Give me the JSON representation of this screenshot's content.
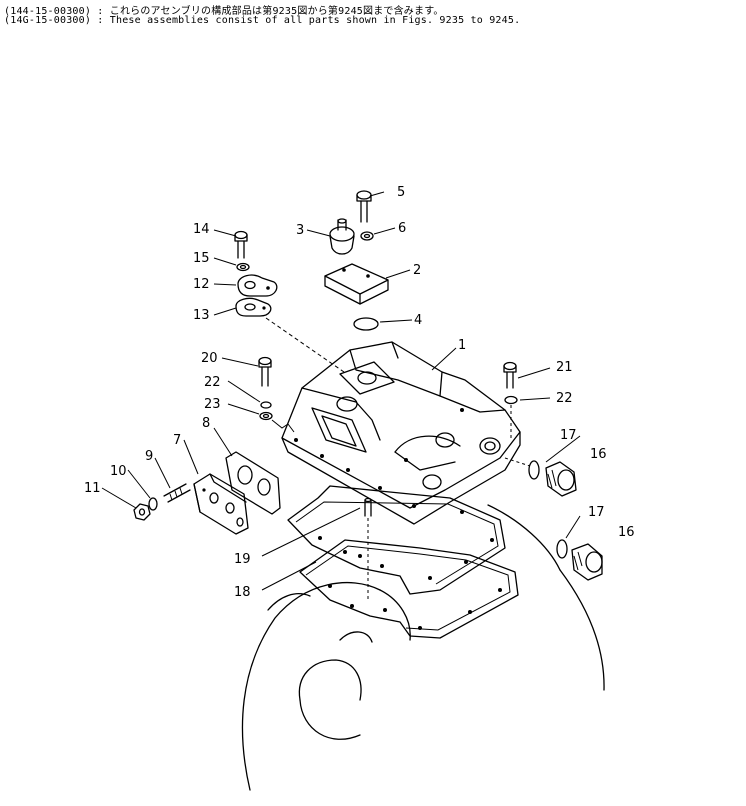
{
  "header": {
    "line1": "(144-15-00300) : これらのアセンブリの構成部品は第9235図から第9245図まで含みます。",
    "line2": "(14G-15-00300) : These assemblies consist of all parts shown in Figs. 9235 to 9245."
  },
  "callouts": [
    {
      "id": "1",
      "text": "1"
    },
    {
      "id": "2",
      "text": "2"
    },
    {
      "id": "3",
      "text": "3"
    },
    {
      "id": "4",
      "text": "4"
    },
    {
      "id": "5",
      "text": "5"
    },
    {
      "id": "6",
      "text": "6"
    },
    {
      "id": "7",
      "text": "7"
    },
    {
      "id": "8",
      "text": "8"
    },
    {
      "id": "9",
      "text": "9"
    },
    {
      "id": "10",
      "text": "10"
    },
    {
      "id": "11",
      "text": "11"
    },
    {
      "id": "12",
      "text": "12"
    },
    {
      "id": "13",
      "text": "13"
    },
    {
      "id": "14",
      "text": "14"
    },
    {
      "id": "15",
      "text": "15"
    },
    {
      "id": "16a",
      "text": "16"
    },
    {
      "id": "16b",
      "text": "16"
    },
    {
      "id": "17a",
      "text": "17"
    },
    {
      "id": "17b",
      "text": "17"
    },
    {
      "id": "18",
      "text": "18"
    },
    {
      "id": "19",
      "text": "19"
    },
    {
      "id": "20",
      "text": "20"
    },
    {
      "id": "21",
      "text": "21"
    },
    {
      "id": "22a",
      "text": "22"
    },
    {
      "id": "22b",
      "text": "22"
    },
    {
      "id": "23",
      "text": "23"
    }
  ]
}
